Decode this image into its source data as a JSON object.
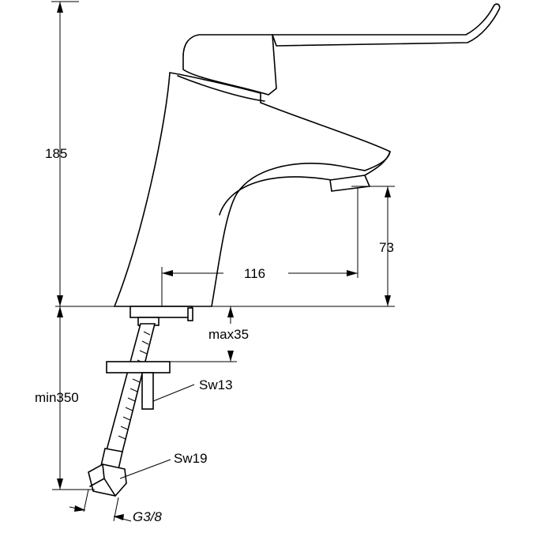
{
  "dimensions": {
    "height_total": "185",
    "spout_reach": "116",
    "spout_height": "73",
    "max_thickness": "max35",
    "hose_length": "min350"
  },
  "fittings": {
    "nut_sw13": "Sw13",
    "nut_sw19": "Sw19",
    "thread": "G3/8"
  }
}
